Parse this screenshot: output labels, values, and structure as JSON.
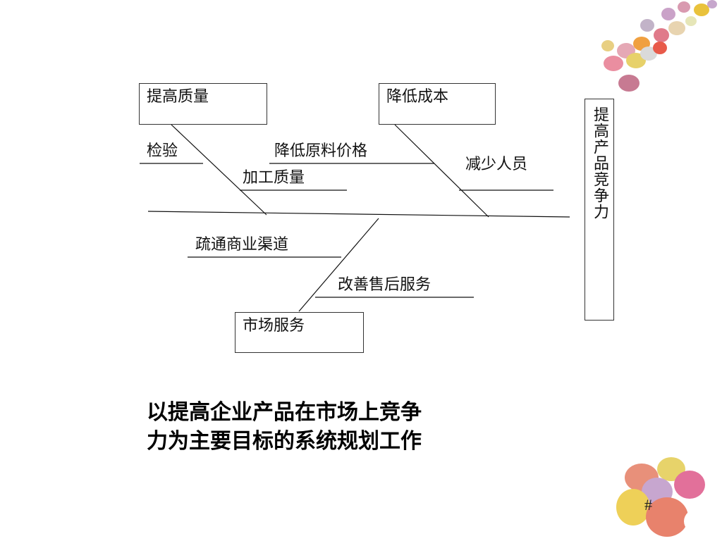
{
  "diagram": {
    "boxes": {
      "quality": "提高质量",
      "cost": "降低成本",
      "service": "市场服务",
      "goal": "提高产品竞争力"
    },
    "factors": {
      "inspection": "检验",
      "raw_material": "降低原料价格",
      "processing": "加工质量",
      "staff": "减少人员",
      "channels": "疏通商业渠道",
      "after_sales": "改善售后服务"
    }
  },
  "caption": {
    "line1": "以提高企业产品在市场上竞争",
    "line2": "力为主要目标的系统规划工作"
  },
  "slide_number": "#",
  "colors": {
    "line": "#111111",
    "background": "#ffffff"
  },
  "decorations": [
    "candy-eggs-top-right",
    "candy-eggs-bottom-right"
  ]
}
